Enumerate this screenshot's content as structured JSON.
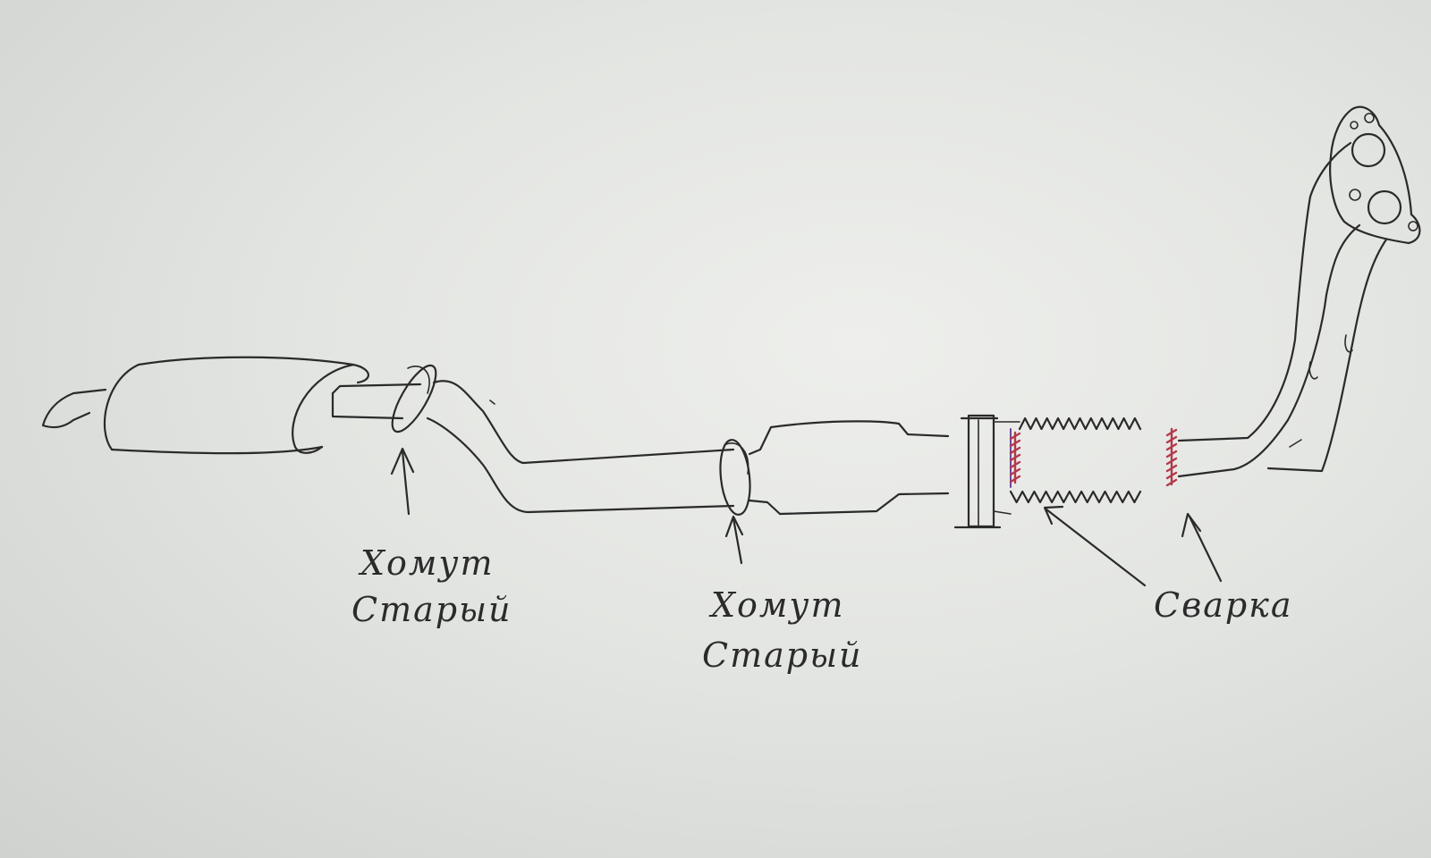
{
  "labels": {
    "clamp_left": {
      "line1": "Хомут",
      "line2": "Старый"
    },
    "clamp_middle": {
      "line1": "Хомут",
      "line2": "Старый"
    },
    "weld": {
      "text": "Сварка"
    }
  },
  "colors": {
    "ink": "#2a2a2a",
    "weld_mark": "#b33a4a",
    "paper": "#e6e8e5"
  }
}
